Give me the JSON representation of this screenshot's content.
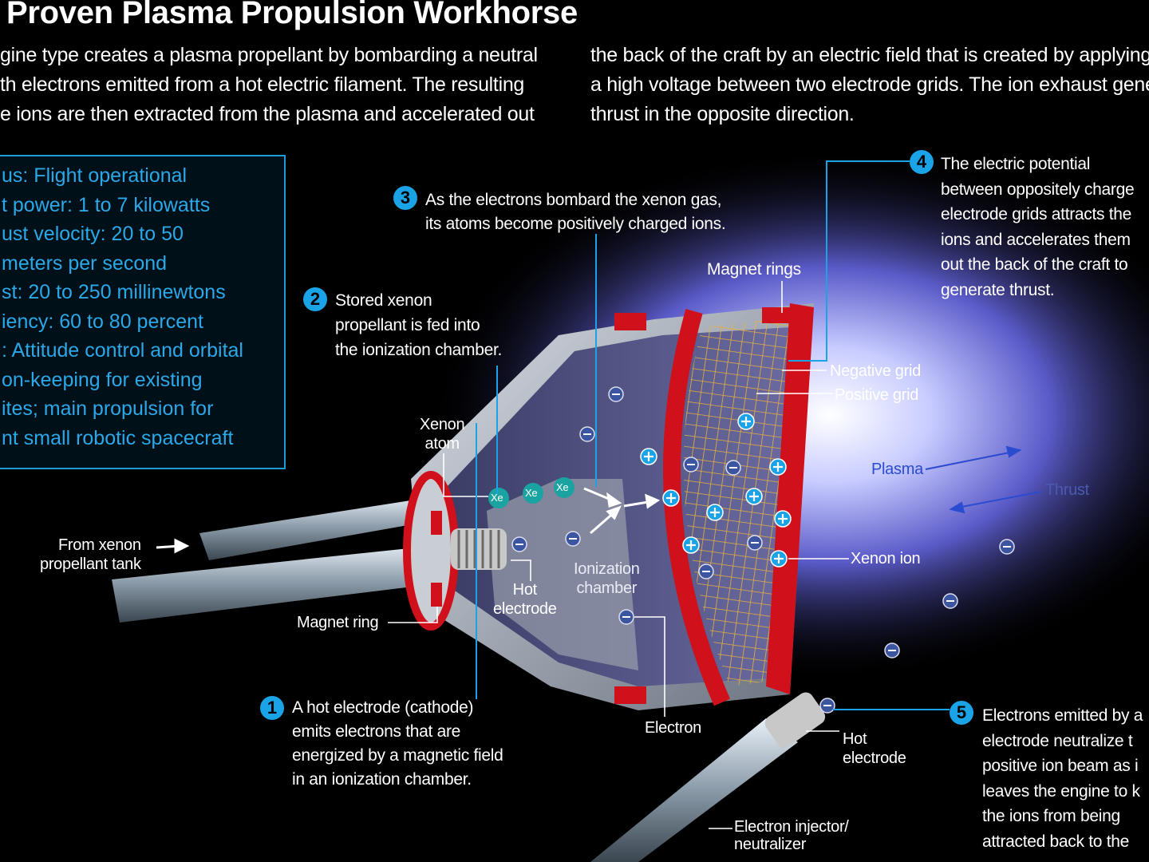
{
  "title": "Proven Plasma Propulsion Workhorse",
  "intro": {
    "col1": [
      "gine type creates a plasma propellant by bombarding a neutral",
      "th electrons emitted from a hot electric filament. The resulting",
      "e ions are then extracted from the plasma and accelerated out"
    ],
    "col2": [
      "the back of the craft by an electric field that is created by applying",
      "a high voltage between two electrode grids. The ion exhaust gene",
      "thrust in the opposite direction."
    ]
  },
  "info_box": [
    "us: Flight operational",
    "t power: 1 to 7 kilowatts",
    "ust velocity: 20 to 50",
    "meters per second",
    "st: 20 to 250 millinewtons",
    "iency: 60 to 80 percent",
    ": Attitude control and orbital",
    "on-keeping for existing",
    "ites; main propulsion for",
    "nt small robotic spacecraft"
  ],
  "steps": [
    {
      "number": "1",
      "lines": [
        "A hot electrode (cathode)",
        "emits electrons that are",
        "energized by a magnetic field",
        "in an ionization chamber."
      ]
    },
    {
      "number": "2",
      "lines": [
        "Stored xenon",
        "propellant is fed into",
        "the ionization chamber."
      ]
    },
    {
      "number": "3",
      "lines": [
        "As the electrons bombard the xenon gas,",
        "its atoms become positively charged ions."
      ]
    },
    {
      "number": "4",
      "lines": [
        "The electric potential",
        "between oppositely charge",
        "electrode grids attracts the",
        "ions and accelerates them",
        "out the back of the craft to",
        "generate thrust."
      ]
    },
    {
      "number": "5",
      "lines": [
        "Electrons emitted by a",
        "electrode neutralize t",
        "positive ion beam as i",
        "leaves the engine to k",
        "the ions from being",
        "attracted back to the"
      ]
    }
  ],
  "labels": {
    "magnet_rings": "Magnet  rings",
    "xenon_atom": [
      "Xenon",
      "atom"
    ],
    "from_tank": [
      "From xenon",
      "propellant tank"
    ],
    "magnet_ring": "Magnet ring",
    "hot_electrode": [
      "Hot",
      "electrode"
    ],
    "ionization_chamber": [
      "Ionization",
      "chamber"
    ],
    "electron": "Electron",
    "negative_grid": "Negative grid",
    "positive_grid": "Positive grid",
    "plasma": "Plasma",
    "thrust": "Thrust",
    "xenon_ion": "Xenon ion",
    "hot_electrode_2": [
      "Hot",
      "electrode"
    ],
    "injector": [
      "Electron injector/",
      "neutralizer"
    ],
    "xe": "Xe"
  },
  "colors": {
    "accent": "#1aa3e6",
    "info_text": "#2aa8e8",
    "red": "#d0101a",
    "grid": "#e8b040"
  }
}
